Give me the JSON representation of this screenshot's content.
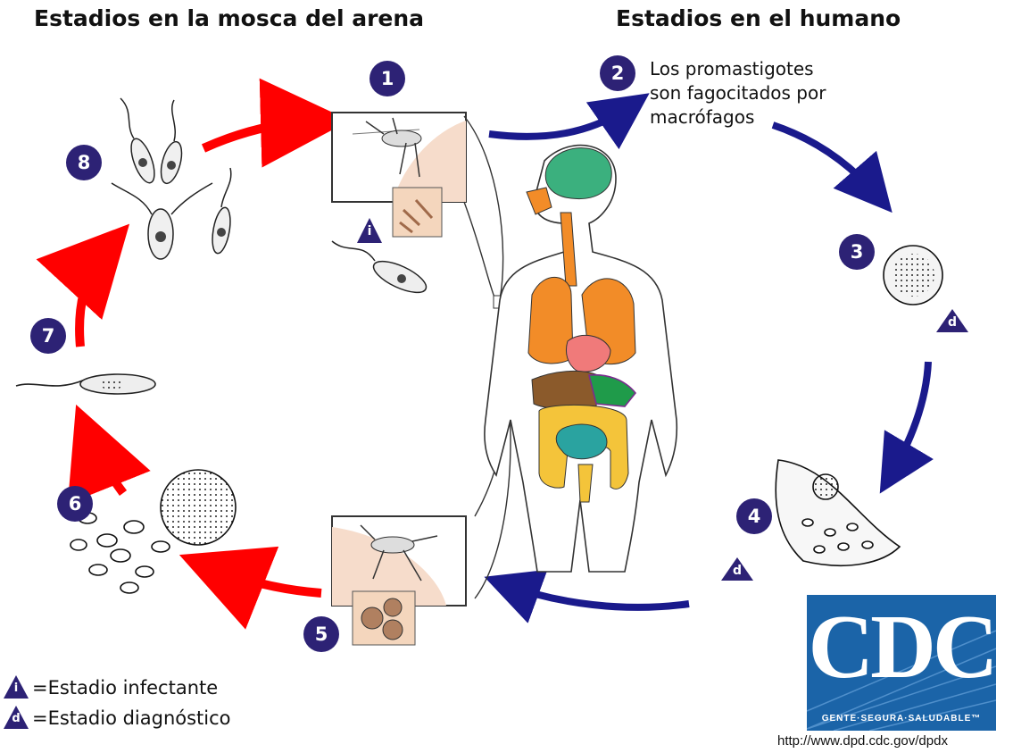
{
  "headings": {
    "sandfly": "Estadios en la mosca del arena",
    "human": "Estadios en el humano"
  },
  "steps": [
    "1",
    "2",
    "3",
    "4",
    "5",
    "6",
    "7",
    "8"
  ],
  "step2_text": [
    "Los promastigotes",
    "son fagocitados por",
    "macrófagos"
  ],
  "stage_markers": {
    "infective": "i",
    "diagnostic": "d"
  },
  "legend": {
    "infective": "=Estadio infectante",
    "diagnostic": "=Estadio diagnóstico"
  },
  "logo": {
    "text": "CDC",
    "tagline": "GENTE·SEGURA·SALUDABLE™"
  },
  "url": "http://www.dpd.cdc.gov/dpdx",
  "colors": {
    "sandfly_arrows": "#ff0000",
    "human_arrows": "#1a1a8c",
    "badge": "#2d2275",
    "logo": "#1b64a8"
  }
}
